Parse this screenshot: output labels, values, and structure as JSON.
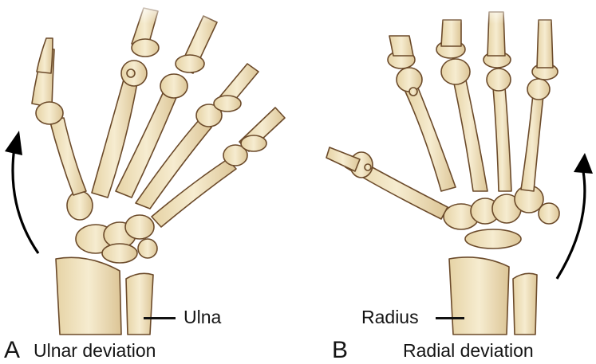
{
  "figure": {
    "bone_fill": "#f2e6c4",
    "bone_shade": "#dcc89a",
    "bone_outline": "#6b4a2a",
    "arrow_color": "#000000",
    "panels": [
      {
        "letter": "A",
        "caption": "Ulnar deviation",
        "pointer_label": "Ulna",
        "arrow_direction": "upward-curved (left side)"
      },
      {
        "letter": "B",
        "caption": "Radial deviation",
        "pointer_label": "Radius",
        "arrow_direction": "upward-curved (right side)"
      }
    ]
  }
}
